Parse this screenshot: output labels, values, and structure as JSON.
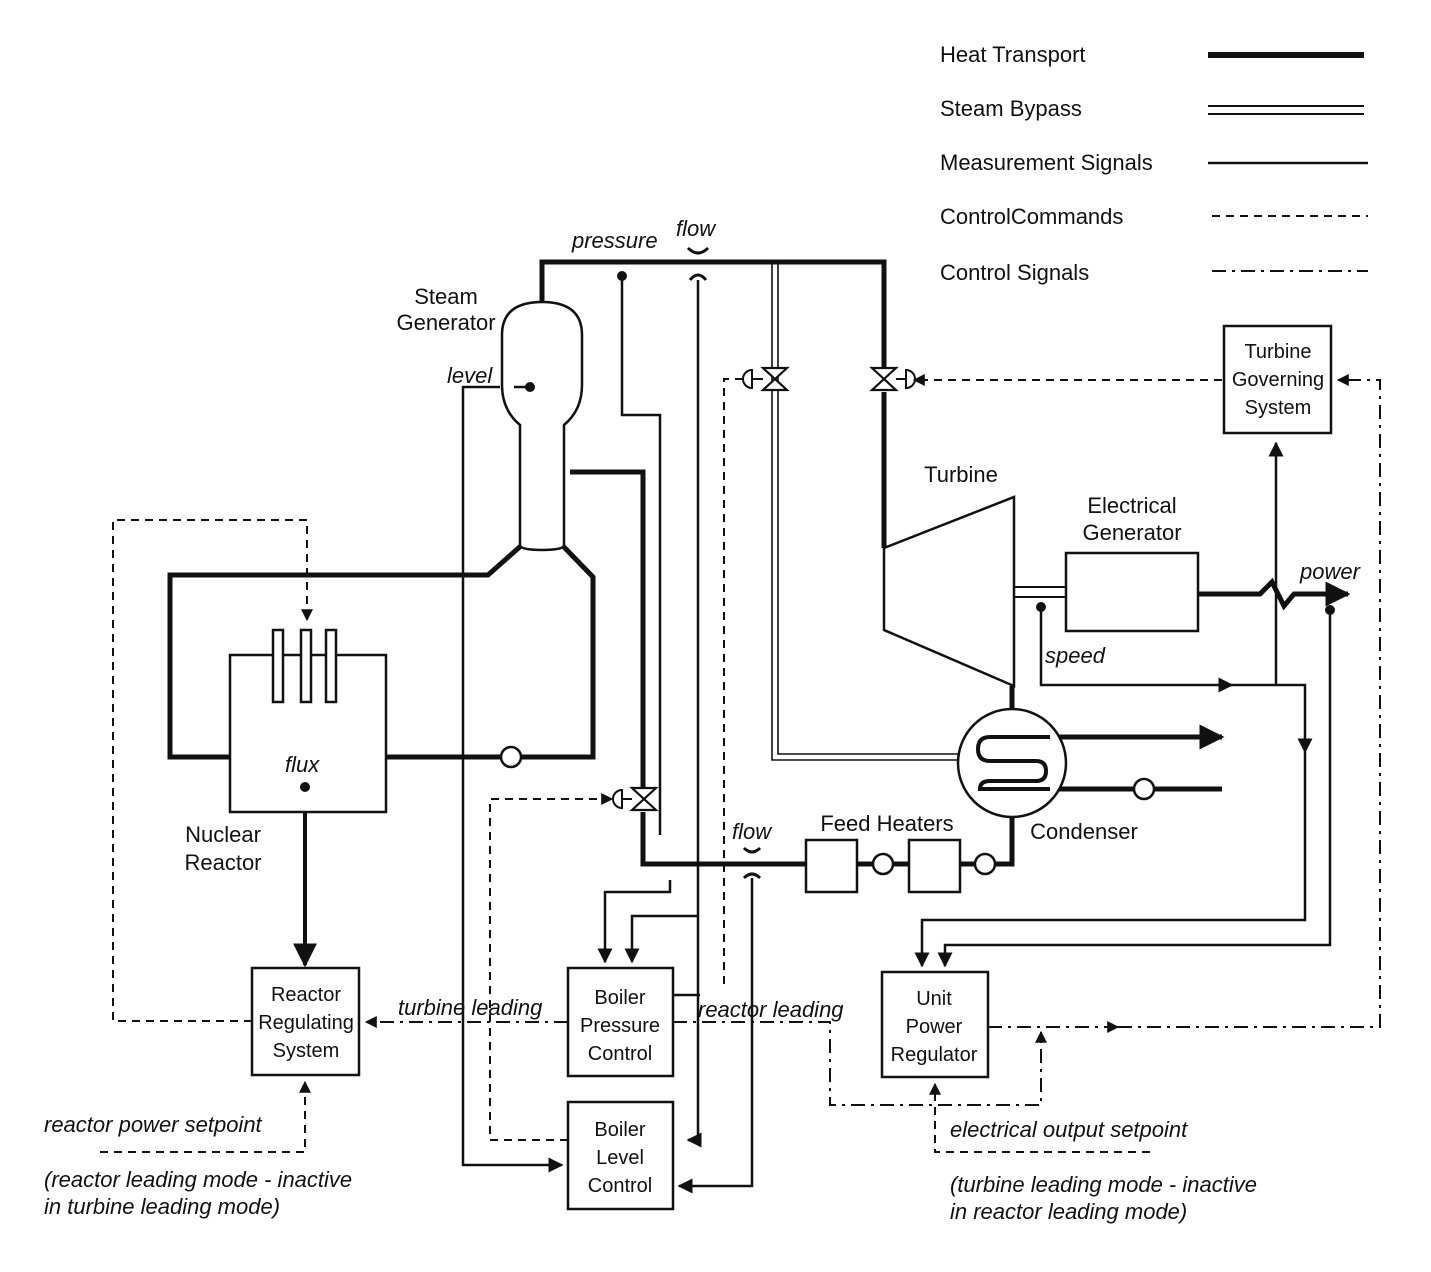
{
  "legend": {
    "heat_transport": "Heat Transport",
    "steam_bypass": "Steam Bypass",
    "measurement_signals": "Measurement Signals",
    "control_commands": "ControlCommands",
    "control_signals": "Control Signals"
  },
  "components": {
    "steam_generator_1": "Steam",
    "steam_generator_2": "Generator",
    "nuclear_reactor_1": "Nuclear",
    "nuclear_reactor_2": "Reactor",
    "turbine": "Turbine",
    "electrical_generator_1": "Electrical",
    "electrical_generator_2": "Generator",
    "condenser": "Condenser",
    "feed_heaters": "Feed Heaters",
    "turbine_governing_1": "Turbine",
    "turbine_governing_2": "Governing",
    "turbine_governing_3": "System",
    "reactor_regulating_1": "Reactor",
    "reactor_regulating_2": "Regulating",
    "reactor_regulating_3": "System",
    "boiler_pressure_1": "Boiler",
    "boiler_pressure_2": "Pressure",
    "boiler_pressure_3": "Control",
    "boiler_level_1": "Boiler",
    "boiler_level_2": "Level",
    "boiler_level_3": "Control",
    "unit_power_1": "Unit",
    "unit_power_2": "Power",
    "unit_power_3": "Regulator"
  },
  "signals": {
    "pressure": "pressure",
    "flow_top": "flow",
    "flow_bottom": "flow",
    "level": "level",
    "flux": "flux",
    "speed": "speed",
    "power": "power",
    "turbine_leading": "turbine leading",
    "reactor_leading": "reactor leading"
  },
  "setpoints": {
    "reactor_power": "reactor power setpoint",
    "reactor_note_1": "(reactor leading mode - inactive",
    "reactor_note_2": "in turbine leading mode)",
    "electrical_output": "electrical output setpoint",
    "electrical_note_1": "(turbine leading mode - inactive",
    "electrical_note_2": "in reactor leading mode)"
  }
}
